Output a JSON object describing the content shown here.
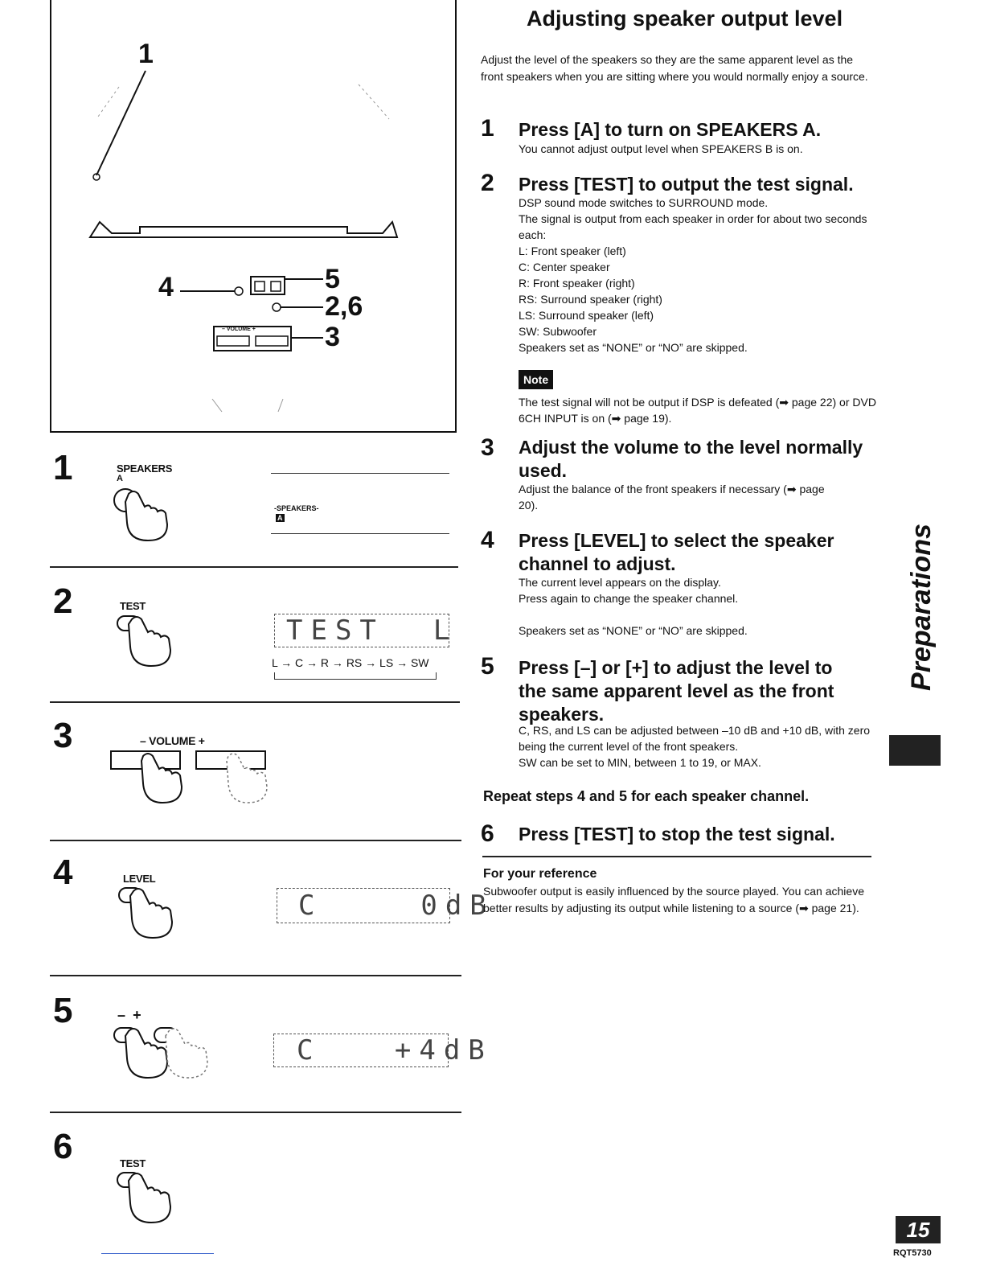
{
  "left": {
    "diagram": {
      "callout_1": "1",
      "callout_4": "4",
      "callout_5": "5",
      "callout_26": "2,6",
      "callout_3": "3",
      "volume_label": "– VOLUME +"
    },
    "steps": [
      {
        "num": "1",
        "button": "SPEAKERS",
        "sub": "A",
        "display": "-SPEAKERS-",
        "display_sub": "A"
      },
      {
        "num": "2",
        "button": "TEST",
        "display": "TEST  L",
        "sequence": "L → C → R → RS → LS → SW"
      },
      {
        "num": "3",
        "button": "– VOLUME +"
      },
      {
        "num": "4",
        "button": "LEVEL",
        "display": "C    0dB"
      },
      {
        "num": "5",
        "button": "–  +",
        "display": "C   +4dB"
      },
      {
        "num": "6",
        "button": "TEST"
      }
    ]
  },
  "right": {
    "title": "Adjusting speaker output level",
    "intro": "Adjust the level of the speakers so they are the same apparent level as the front speakers when you are sitting where you would normally enjoy a source.",
    "step1": {
      "num": "1",
      "head": "Press [A] to turn on SPEAKERS A.",
      "body": "You cannot adjust output level when SPEAKERS B is on."
    },
    "step2": {
      "num": "2",
      "head": "Press [TEST] to output the test signal.",
      "lines": [
        "DSP sound mode switches to SURROUND mode.",
        "The signal is output from each speaker in order for about two seconds each:",
        "L: Front speaker (left)",
        "C: Center speaker",
        "R: Front speaker (right)",
        "RS: Surround speaker (right)",
        "LS: Surround speaker (left)",
        "SW: Subwoofer",
        "Speakers set as “NONE” or “NO” are skipped."
      ],
      "note_label": "Note",
      "note": "The test signal will not be output if DSP is defeated (➡ page 22) or DVD 6CH INPUT is on (➡ page 19)."
    },
    "step3": {
      "num": "3",
      "head": "Adjust the volume to the level normally used.",
      "body": "Adjust the balance of the front speakers if necessary (➡ page 20)."
    },
    "step4": {
      "num": "4",
      "head": "Press [LEVEL] to select the speaker channel to adjust.",
      "line1": "The current level appears on the display.",
      "line2": "Press again to change the speaker channel.",
      "line3": "Speakers set as “NONE” or “NO” are skipped."
    },
    "step5": {
      "num": "5",
      "head": "Press [–] or [+] to adjust the level to the same apparent level as the front speakers.",
      "line1": "C, RS, and LS can be adjusted between –10 dB and +10 dB, with zero being the current level of the front speakers.",
      "line2": "SW can be set to MIN, between 1 to 19, or MAX."
    },
    "repeat": "Repeat steps 4 and 5 for each speaker channel.",
    "step6": {
      "num": "6",
      "head": "Press [TEST] to stop the test signal."
    },
    "reference": {
      "heading": "For your reference",
      "body": "Subwoofer output is easily influenced by the source played. You can achieve better results by adjusting its output while listening to a source (➡ page 21)."
    },
    "side_tab": "Preparations",
    "page_number": "15",
    "doc_code": "RQT5730"
  }
}
